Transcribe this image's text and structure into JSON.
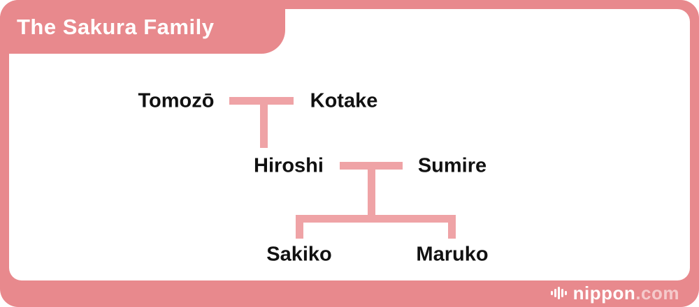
{
  "header": {
    "title": "The Sakura Family"
  },
  "tree": {
    "couple1": {
      "left": "Tomozō",
      "right": "Kotake"
    },
    "couple2": {
      "left": "Hiroshi",
      "right": "Sumire"
    },
    "children": {
      "left": "Sakiko",
      "right": "Maruko"
    }
  },
  "footer": {
    "brand": "nippon",
    "brand_suffix": ".com"
  },
  "colors": {
    "accent": "#e8898d",
    "line": "#efa3a6",
    "text": "#111111",
    "panel": "#ffffff"
  }
}
